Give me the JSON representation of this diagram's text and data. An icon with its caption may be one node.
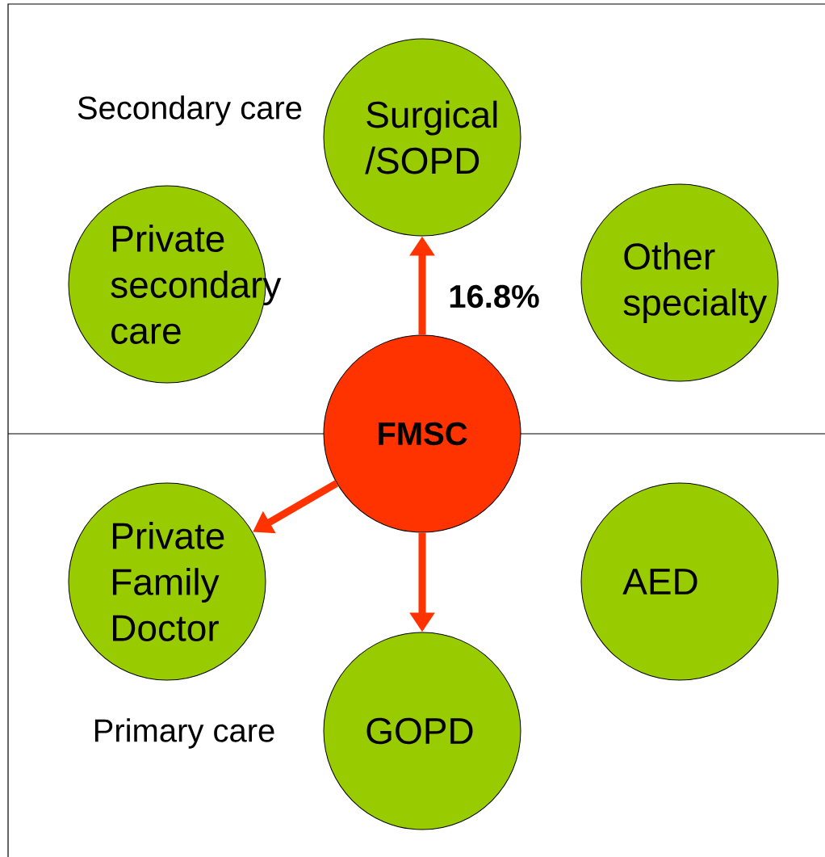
{
  "diagram": {
    "nodes": [
      {
        "text": [
          "Surgical /SOPD"
        ]
      },
      {
        "text": [
          "Private secondary care"
        ]
      },
      {
        "text": [
          "Other specialty"
        ]
      },
      {
        "text": [
          "FMSC"
        ]
      },
      {
        "text": [
          "Private Family Doctor"
        ]
      },
      {
        "text": [
          "AED"
        ]
      },
      {
        "text": [
          "GOPD"
        ]
      }
    ],
    "edges": [
      {
        "from": 3,
        "to": 0,
        "arrow": "to",
        "label": "16.8%"
      },
      {
        "from": 3,
        "to": 4,
        "arrow": "to"
      },
      {
        "from": 3,
        "to": 6,
        "arrow": "to"
      }
    ],
    "labels": [
      "Secondary care",
      "Primary care"
    ]
  }
}
